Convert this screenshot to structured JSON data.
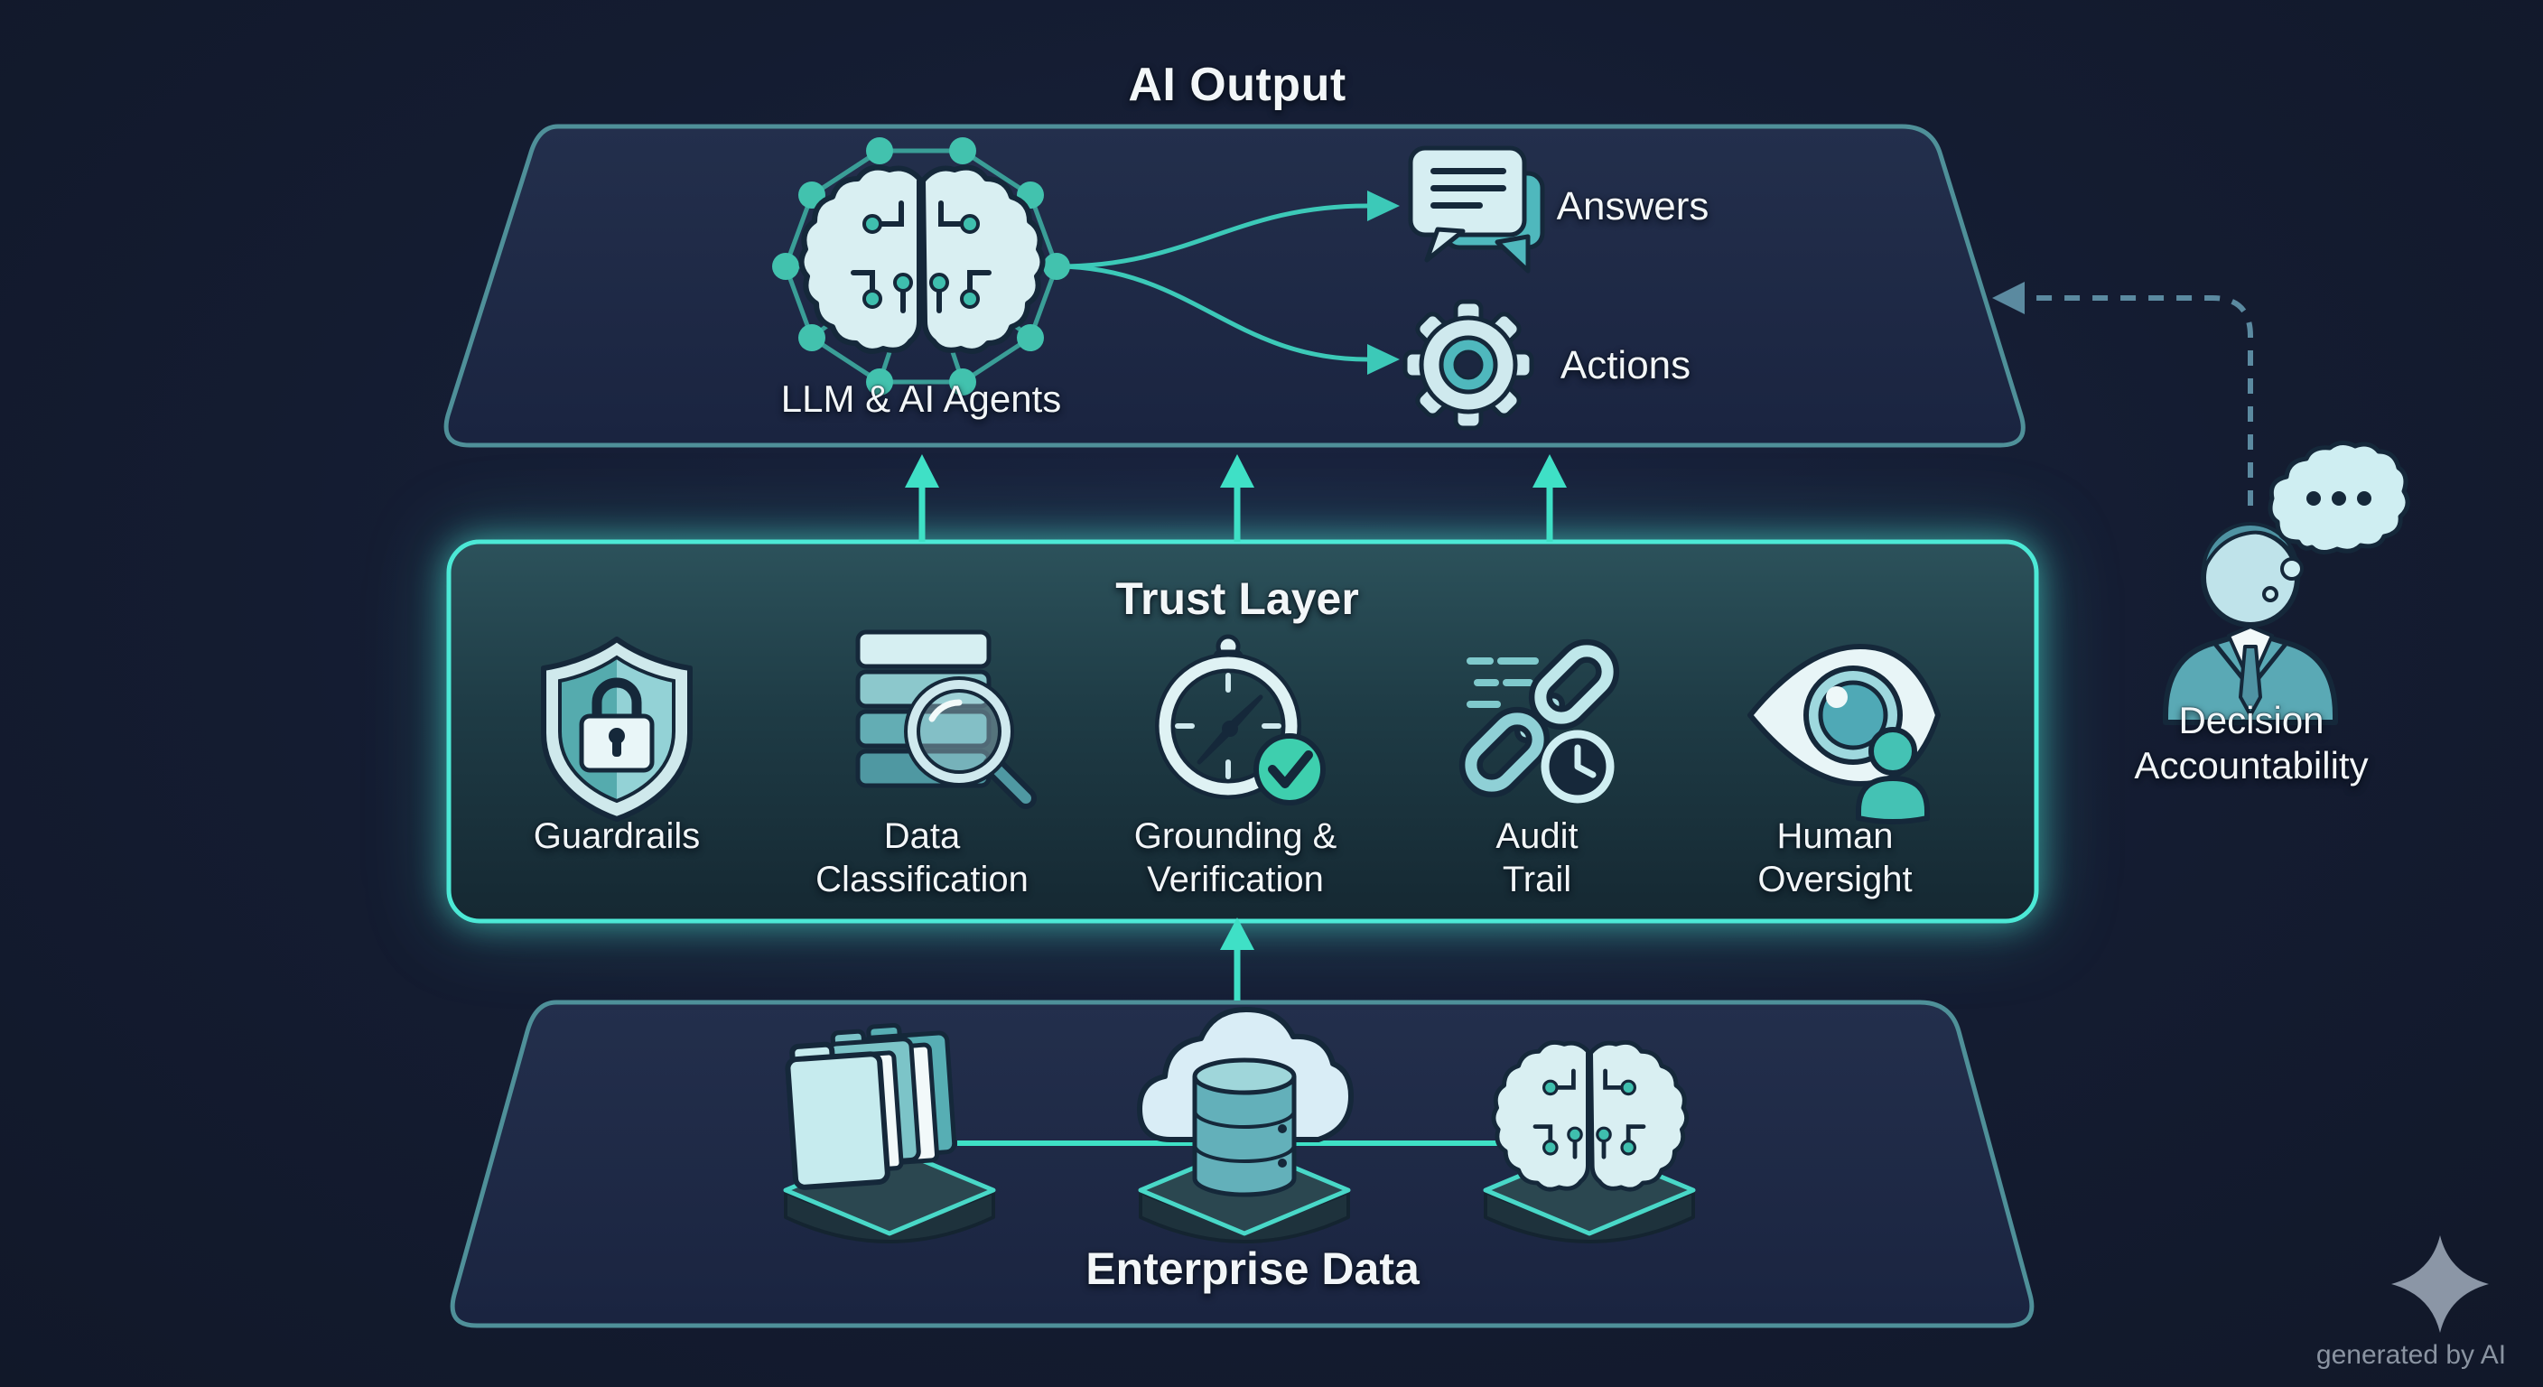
{
  "ai_output_layer": {
    "title": "AI Output",
    "llm_label": "LLM & AI Agents",
    "outputs": [
      {
        "label": "Answers",
        "icon": "chat-bubbles-icon"
      },
      {
        "label": "Actions",
        "icon": "gear-icon"
      }
    ]
  },
  "trust_layer": {
    "title": "Trust Layer",
    "items": [
      {
        "line1": "Guardrails",
        "line2": "",
        "icon": "shield-lock-icon"
      },
      {
        "line1": "Data",
        "line2": "Classification",
        "icon": "database-search-icon"
      },
      {
        "line1": "Grounding &",
        "line2": "Verification",
        "icon": "compass-check-icon"
      },
      {
        "line1": "Audit",
        "line2": "Trail",
        "icon": "chain-clock-icon"
      },
      {
        "line1": "Human",
        "line2": "Oversight",
        "icon": "eye-person-icon"
      }
    ]
  },
  "enterprise_layer": {
    "title": "Enterprise Data",
    "sources": [
      "folders-icon",
      "cloud-database-icon",
      "circuit-brain-icon"
    ]
  },
  "accountability": {
    "line1": "Decision",
    "line2": "Accountability",
    "icon": "person-thought-icon"
  },
  "footer": {
    "watermark": "generated by AI",
    "icon": "sparkle-icon"
  },
  "colors": {
    "background": "#141c31",
    "box_border": "#4f9099",
    "trust_border": "#4ce9d6",
    "arrow_accent": "#3fe0c6",
    "dashed_line": "#5b8aa0",
    "icon_light": "#d6eef2",
    "icon_teal": "#5cb7ba",
    "icon_ink": "#15283a",
    "text": "#f2f6f8",
    "watermark_text": "#97a1ae"
  }
}
